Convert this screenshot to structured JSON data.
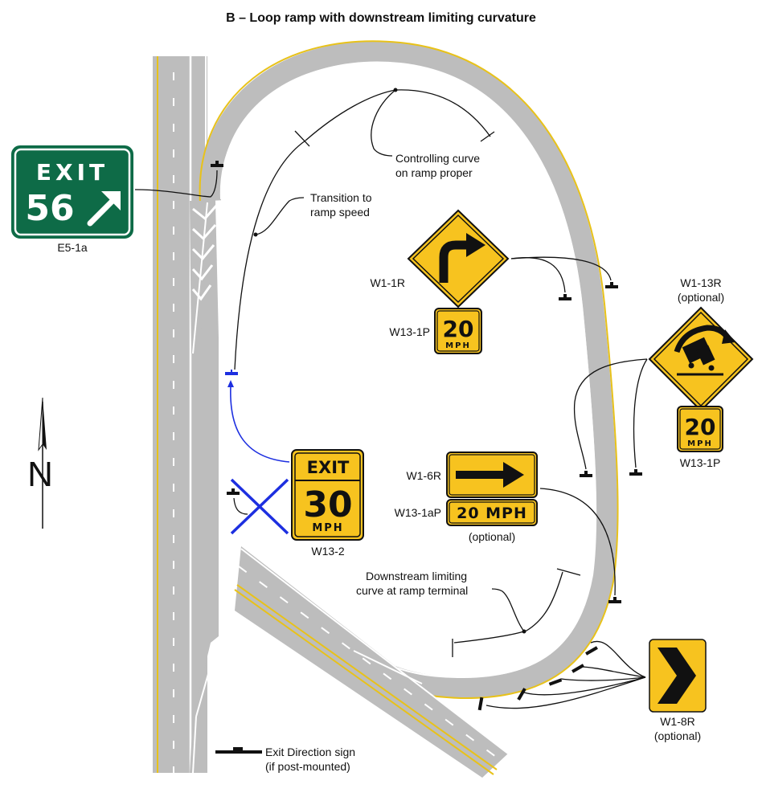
{
  "title": "B – Loop ramp with downstream limiting curvature",
  "labels": {
    "controlling_curve": [
      "Controlling curve",
      "on ramp proper"
    ],
    "transition": [
      "Transition to",
      "ramp speed"
    ],
    "downstream": [
      "Downstream limiting",
      "curve at ramp terminal"
    ],
    "legend": [
      "Exit Direction sign",
      "(if post-mounted)"
    ],
    "north": "N"
  },
  "signs": {
    "e5_1a": {
      "code": "E5-1a",
      "line1": "EXIT",
      "number": "56",
      "color": "#0e6b47"
    },
    "w1_1r": {
      "code": "W1-1R"
    },
    "w13_1p_a": {
      "code": "W13-1P",
      "speed": "20",
      "unit": "MPH"
    },
    "w1_13r": {
      "code": "W1-13R",
      "note": "(optional)"
    },
    "w13_1p_b": {
      "code": "W13-1P",
      "speed": "20",
      "unit": "MPH"
    },
    "w13_2": {
      "code": "W13-2",
      "line1": "EXIT",
      "speed": "30",
      "unit": "MPH"
    },
    "w1_6r": {
      "code": "W1-6R"
    },
    "w13_1ap": {
      "code": "W13-1aP",
      "text": "20 MPH",
      "note": "(optional)"
    },
    "w1_8r": {
      "code": "W1-8R",
      "note": "(optional)"
    }
  },
  "colors": {
    "warning_yellow": "#f7c31f",
    "pavement": "#bdbdbd",
    "edge_yellow": "#e8c21a",
    "guide_green": "#0e6b47",
    "blue": "#1d2fe0"
  }
}
